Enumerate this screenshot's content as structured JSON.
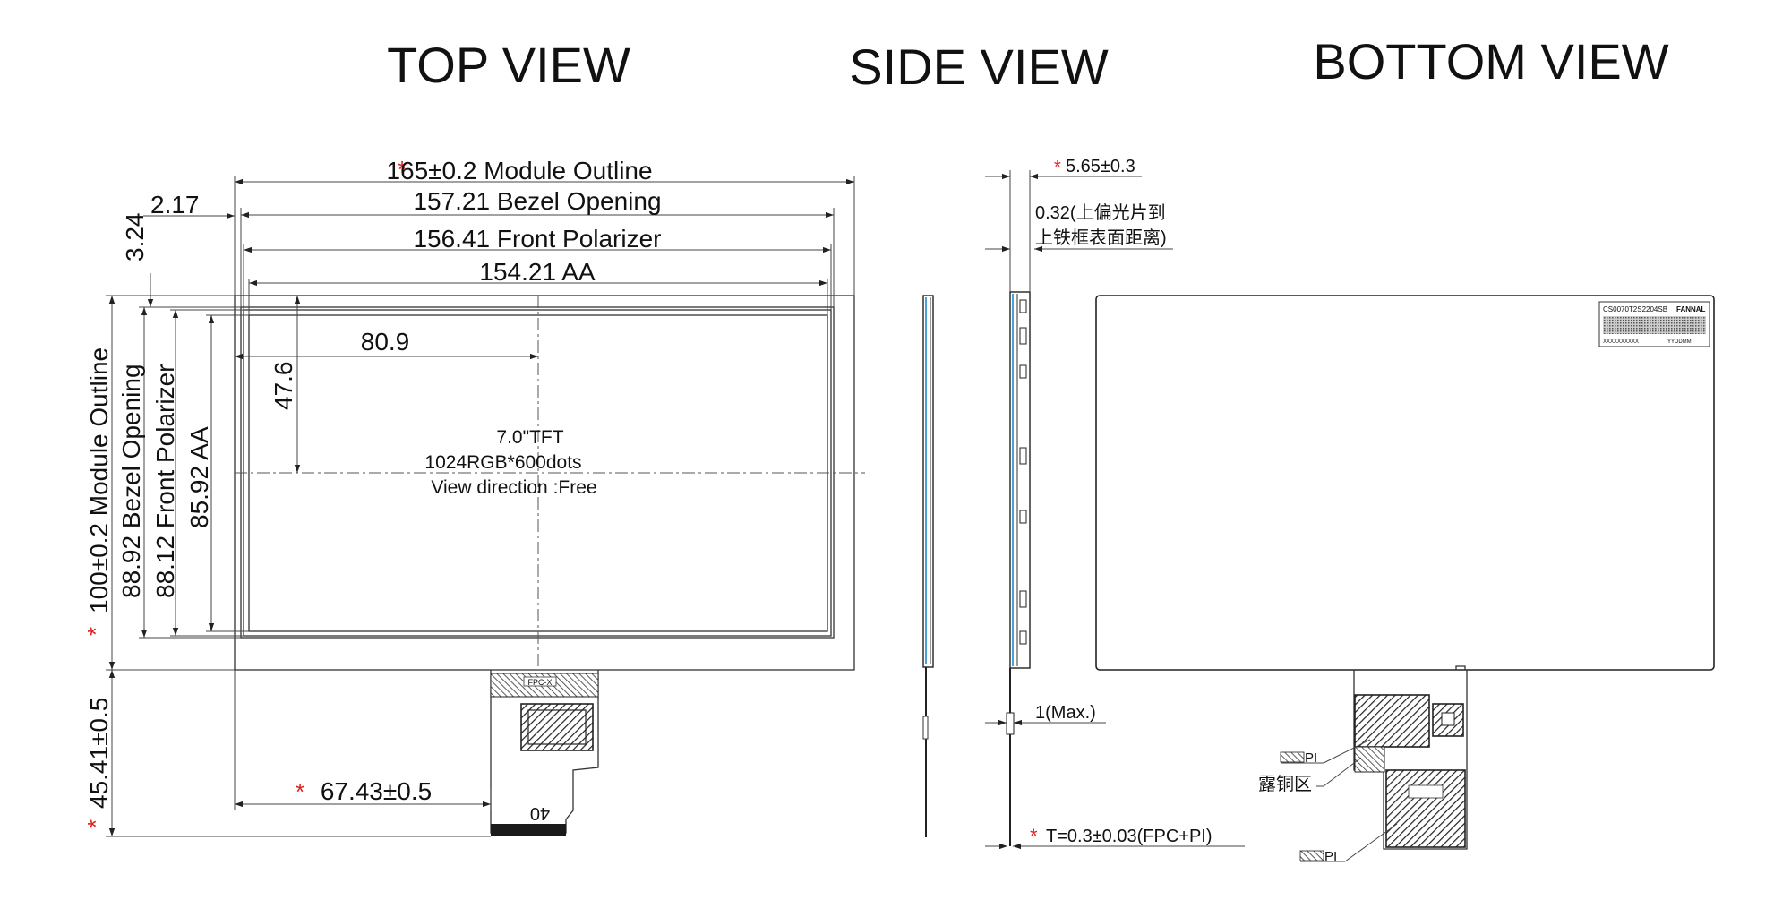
{
  "titles": {
    "top": "TOP VIEW",
    "side": "SIDE VIEW",
    "bottom": "BOTTOM VIEW"
  },
  "top_view": {
    "dims": {
      "module_outline_w": "165±0.2 Module Outline",
      "bezel_opening_w": "157.21 Bezel Opening",
      "front_polarizer_w": "156.41 Front Polarizer",
      "aa_w": "154.21 AA",
      "offset_x": "2.17",
      "offset_y": "3.24",
      "center_x": "80.9",
      "center_y": "47.6",
      "module_outline_h": "100±0.2 Module Outline",
      "bezel_opening_h": "88.92 Bezel Opening",
      "front_polarizer_h": "88.12 Front Polarizer",
      "aa_h": "85.92 AA",
      "fpc_length": "45.41±0.5",
      "fpc_offset": "67.43±0.5"
    },
    "center_text": {
      "line1": "7.0\"TFT",
      "line2": "1024RGB*600dots",
      "line3": "View direction :Free"
    },
    "fpc_pin_label": "40",
    "fpc_part_label": "FPC-X",
    "star": "*"
  },
  "side_view": {
    "thickness": "5.65±0.3",
    "polarizer_gap_line1": "0.32(上偏光片到",
    "polarizer_gap_line2": "上铁框表面距离)",
    "fpc_step": "1(Max.)",
    "fpc_thickness": "T=0.3±0.03(FPC+PI)",
    "star": "*"
  },
  "bottom_view": {
    "label_code": "CS0070T2S2204SB",
    "label_brand": "FANNAL",
    "label_serial": "XXXXXXXXXX",
    "label_date": "YYDDMM",
    "pi_label_1": "PI",
    "copper_label": "露铜区",
    "pi_label_2": "PI"
  },
  "colors": {
    "line": "#333333",
    "star": "#e0201b",
    "background": "#ffffff"
  }
}
